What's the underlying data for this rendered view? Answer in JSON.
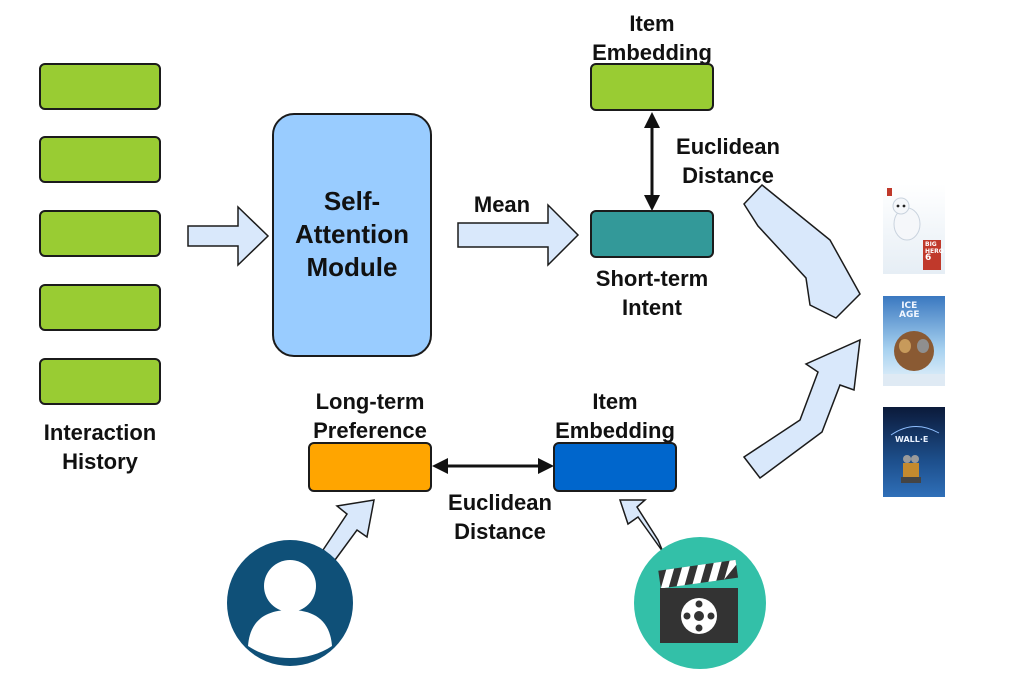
{
  "labels": {
    "interaction_history": "Interaction History",
    "self_attention": "Self-Attention Module",
    "mean": "Mean",
    "item_embedding_top": "Item Embedding",
    "euclidean_top": "Euclidean Distance",
    "short_term_intent": "Short-term Intent",
    "long_term_preference": "Long-term Preference",
    "item_embedding_bottom": "Item Embedding",
    "euclidean_bottom": "Euclidean Distance"
  },
  "label_lines": {
    "interaction_history": [
      "Interaction",
      "History"
    ],
    "self_attention": [
      "Self-",
      "Attention",
      "Module"
    ],
    "item_embedding_top": [
      "Item",
      "Embedding"
    ],
    "euclidean_top": [
      "Euclidean",
      "Distance"
    ],
    "short_term_intent": [
      "Short-term",
      "Intent"
    ],
    "long_term_preference": [
      "Long-term",
      "Preference"
    ],
    "item_embedding_bottom": [
      "Item",
      "Embedding"
    ],
    "euclidean_bottom": [
      "Euclidean",
      "Distance"
    ]
  },
  "posters": [
    {
      "title_line1": "BIG",
      "title_line2": "HERO",
      "numeral": "6"
    },
    {
      "title_line1": "ICE",
      "title_line2": "AGE"
    },
    {
      "title_line1": "WALL·E"
    }
  ],
  "colors": {
    "history_item": "#99cc33",
    "self_attention": "#99ccff",
    "short_term_intent": "#339999",
    "long_term_preference": "#ffa500",
    "item_embedding_bottom": "#0066cc",
    "item_embedding_top": "#99cc33",
    "flow_arrow_fill": "#d9e8fb",
    "user_icon": "#0f5078",
    "film_icon": "#33c0a8"
  },
  "icons": [
    "user-avatar-icon",
    "film-clapperboard-icon"
  ],
  "interaction_history_count": 5
}
